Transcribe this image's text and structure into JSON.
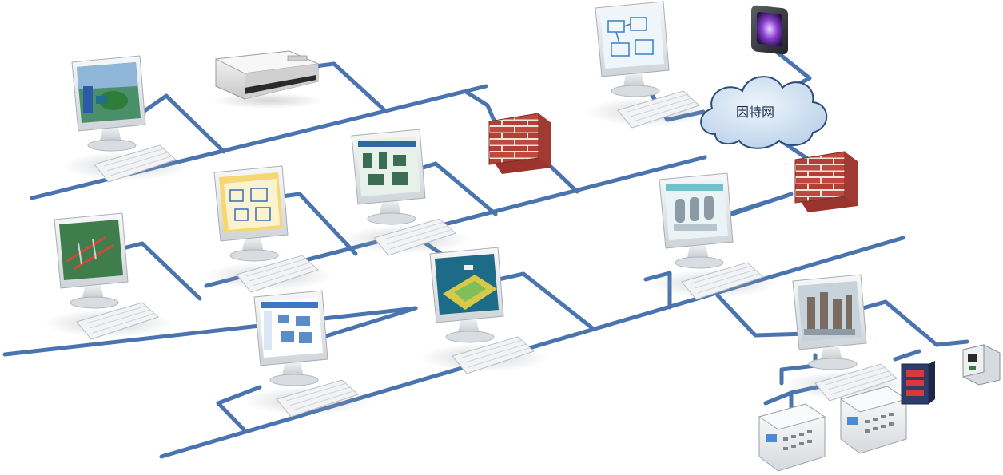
{
  "diagram": {
    "internet_label": "因特网",
    "colors": {
      "link": "#4a74b0",
      "monitor_frame": "#e9ecef",
      "keyboard": "#f1f3f5",
      "brick": "#c0483f",
      "mortar": "#efe2d6",
      "cloud": "#cfe0f3",
      "cloud_edge": "#2c4a7a",
      "printer": "#e9e9e9"
    },
    "nodes": [
      {
        "id": "ws-pumps-3d",
        "kind": "workstation",
        "icon": "monitor-3d-plant-icon"
      },
      {
        "id": "printer",
        "kind": "printer",
        "icon": "printer-icon"
      },
      {
        "id": "ws-scada-top",
        "kind": "workstation",
        "icon": "monitor-scada-icon"
      },
      {
        "id": "mobile",
        "kind": "phone",
        "icon": "smartphone-icon"
      },
      {
        "id": "internet",
        "kind": "cloud",
        "icon": "cloud-icon"
      },
      {
        "id": "firewall-1",
        "kind": "firewall",
        "icon": "firewall-icon"
      },
      {
        "id": "firewall-2",
        "kind": "firewall",
        "icon": "firewall-icon"
      },
      {
        "id": "ws-process-blue",
        "kind": "workstation",
        "icon": "monitor-process-icon"
      },
      {
        "id": "ws-yellow-hmi",
        "kind": "workstation",
        "icon": "monitor-hmi-icon"
      },
      {
        "id": "ws-green-pipes",
        "kind": "workstation",
        "icon": "monitor-pipes-icon"
      },
      {
        "id": "ws-tanks",
        "kind": "workstation",
        "icon": "monitor-tanks-icon"
      },
      {
        "id": "ws-window-app",
        "kind": "workstation",
        "icon": "monitor-app-icon"
      },
      {
        "id": "ws-terrain",
        "kind": "workstation",
        "icon": "monitor-terrain-icon"
      },
      {
        "id": "ws-plant-3d",
        "kind": "workstation",
        "icon": "monitor-plant-icon"
      },
      {
        "id": "plc-1",
        "kind": "plc",
        "icon": "plc-icon"
      },
      {
        "id": "plc-2",
        "kind": "plc",
        "icon": "plc-icon"
      },
      {
        "id": "power-meter",
        "kind": "meter",
        "icon": "power-meter-icon"
      },
      {
        "id": "circuit-breaker",
        "kind": "breaker",
        "icon": "breaker-icon"
      }
    ]
  }
}
